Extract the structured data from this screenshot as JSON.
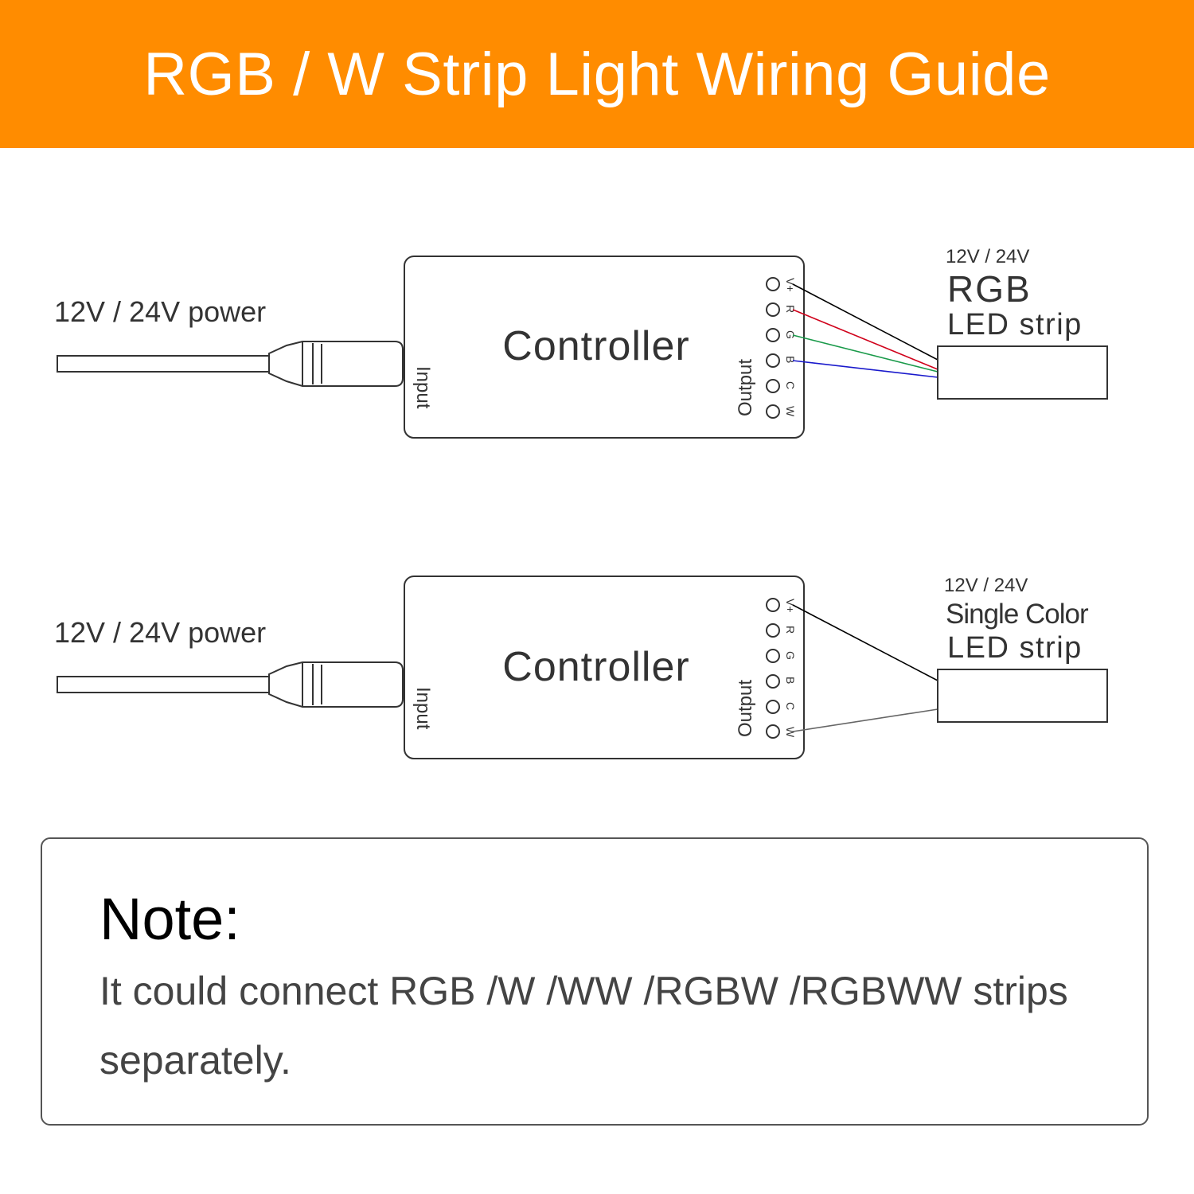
{
  "header": {
    "title": "RGB / W Strip Light Wiring Guide"
  },
  "colors": {
    "banner": "#ff8c00",
    "wire_v_plus": "#000000",
    "wire_r": "#d0021b",
    "wire_g": "#1a9a4a",
    "wire_b": "#1a1acc",
    "wire_w": "#666666"
  },
  "diagrams": [
    {
      "power_label": "12V / 24V power",
      "controller_label": "Controller",
      "input_label": "Input",
      "output_label": "Output",
      "pins": [
        "V+",
        "R",
        "G",
        "B",
        "C",
        "W"
      ],
      "strip": {
        "voltage": "12V / 24V",
        "type": "RGB",
        "name": "LED strip"
      },
      "connected_pins": [
        "V+",
        "R",
        "G",
        "B"
      ]
    },
    {
      "power_label": "12V / 24V power",
      "controller_label": "Controller",
      "input_label": "Input",
      "output_label": "Output",
      "pins": [
        "V+",
        "R",
        "G",
        "B",
        "C",
        "W"
      ],
      "strip": {
        "voltage": "12V / 24V",
        "type": "Single Color",
        "name": "LED strip"
      },
      "connected_pins": [
        "V+",
        "W"
      ]
    }
  ],
  "note": {
    "title": "Note:",
    "body": "It could connect RGB /W /WW /RGBW /RGBWW strips separately."
  }
}
